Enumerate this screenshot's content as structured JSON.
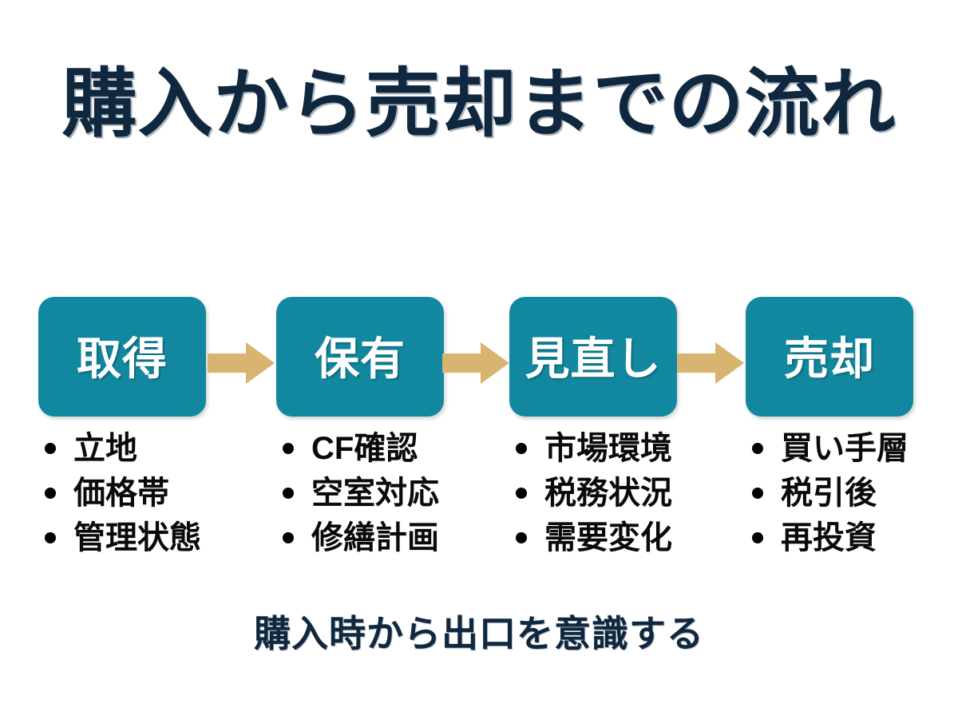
{
  "slide": {
    "title": "購入から売却までの流れ",
    "footer_note": "購入時から出口を意識する",
    "background_color": "#ffffff",
    "title_color": "#10283f",
    "box_color": "#1288a0",
    "box_text_color": "#ffffff",
    "arrow_color": "#d9b471",
    "bullet_text_color": "#0a0a0a"
  },
  "stages": [
    {
      "label": "取得",
      "bullets": [
        "立地",
        "価格帯",
        "管理状態"
      ]
    },
    {
      "label": "保有",
      "bullets": [
        "CF確認",
        "空室対応",
        "修繕計画"
      ]
    },
    {
      "label": "見直し",
      "bullets": [
        "市場環境",
        "税務状況",
        "需要変化"
      ]
    },
    {
      "label": "売却",
      "bullets": [
        "買い手層",
        "税引後",
        "再投資"
      ]
    }
  ],
  "connectors": [
    {
      "name": "arrow-stage-1-to-2"
    },
    {
      "name": "arrow-stage-2-to-3"
    },
    {
      "name": "arrow-stage-3-to-4"
    }
  ]
}
